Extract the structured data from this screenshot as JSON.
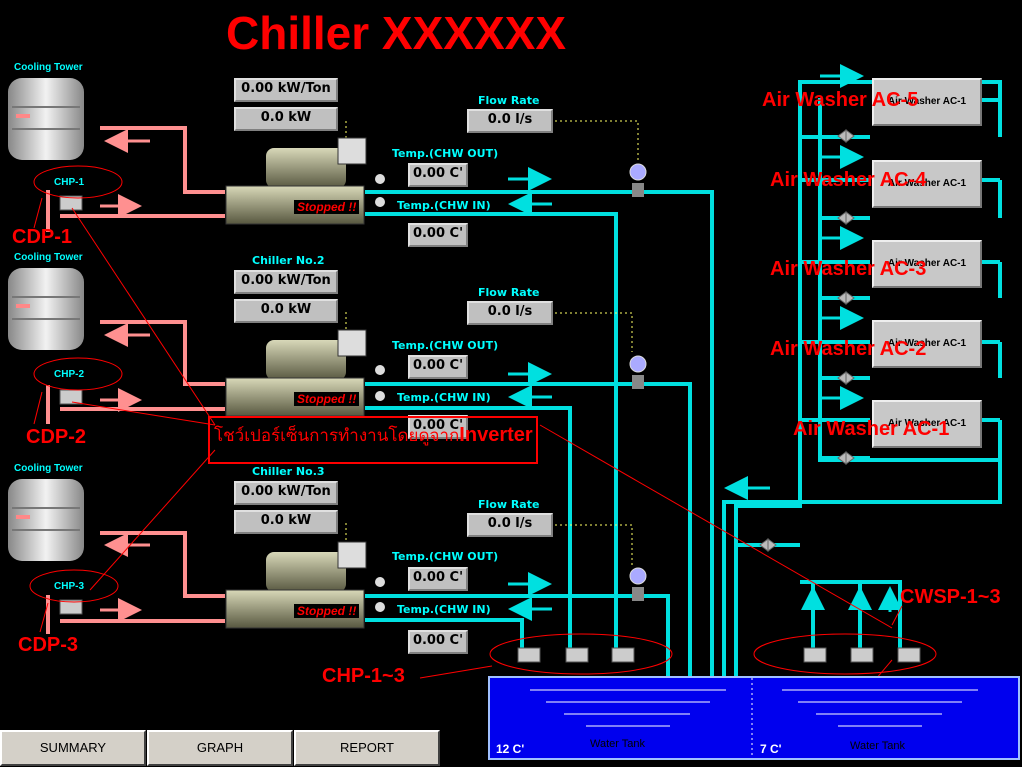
{
  "title": "Chiller XXXXXX",
  "chillers": [
    {
      "name": "",
      "kw_ton": "0.00  kW/Ton",
      "kw": "0.0  kW",
      "flow_label": "Flow Rate",
      "flow": "0.0  l/s",
      "out_label": "Temp.(CHW OUT)",
      "out": "0.00 C'",
      "in_label": "Temp.(CHW IN)",
      "in": "0.00 C'",
      "status": "Stopped !!"
    },
    {
      "name": "Chiller No.2",
      "kw_ton": "0.00  kW/Ton",
      "kw": "0.0  kW",
      "flow_label": "Flow Rate",
      "flow": "0.0  l/s",
      "out_label": "Temp.(CHW OUT)",
      "out": "0.00 C'",
      "in_label": "Temp.(CHW IN)",
      "in": "0.00 C'",
      "status": "Stopped !!"
    },
    {
      "name": "Chiller No.3",
      "kw_ton": "0.00  kW/Ton",
      "kw": "0.0  kW",
      "flow_label": "Flow Rate",
      "flow": "0.0  l/s",
      "out_label": "Temp.(CHW OUT)",
      "out": "0.00 C'",
      "in_label": "Temp.(CHW IN)",
      "in": "0.00 C'",
      "status": "Stopped !!"
    }
  ],
  "towers": [
    {
      "label": "Cooling Tower",
      "pump": "CHP-1",
      "cdp": "CDP-1"
    },
    {
      "label": "Cooling Tower",
      "pump": "CHP-2",
      "cdp": "CDP-2"
    },
    {
      "label": "Cooling Tower",
      "pump": "CHP-3",
      "cdp": "CDP-3"
    }
  ],
  "air_washers": [
    {
      "box": "Air Washer AC-1",
      "label": "Air Washer AC-5"
    },
    {
      "box": "Air Washer AC-1",
      "label": "Air Washer AC-4"
    },
    {
      "box": "Air Washer AC-1",
      "label": "Air Washer AC-3"
    },
    {
      "box": "Air Washer AC-1",
      "label": "Air Washer AC-2"
    },
    {
      "box": "Air Washer AC-1",
      "label": "Air Washer AC-1"
    }
  ],
  "note": {
    "thai": "โชว์เปอร์เซ็นการทำงานโดยดูจาก",
    "bold": "Inverter"
  },
  "chp_group": "CHP-1~3",
  "cwsp_group": "CWSP-1~3",
  "tanks": [
    {
      "temp": "12 C'",
      "label": "Water Tank"
    },
    {
      "temp": "7 C'",
      "label": "Water Tank"
    }
  ],
  "buttons": {
    "summary": "SUMMARY",
    "graph": "GRAPH",
    "report": "REPORT"
  },
  "colors": {
    "chilled_pipe": "#00e0e0",
    "condenser_pipe": "#ff9090",
    "alert": "#ff0000",
    "tank": "#0000ee"
  }
}
